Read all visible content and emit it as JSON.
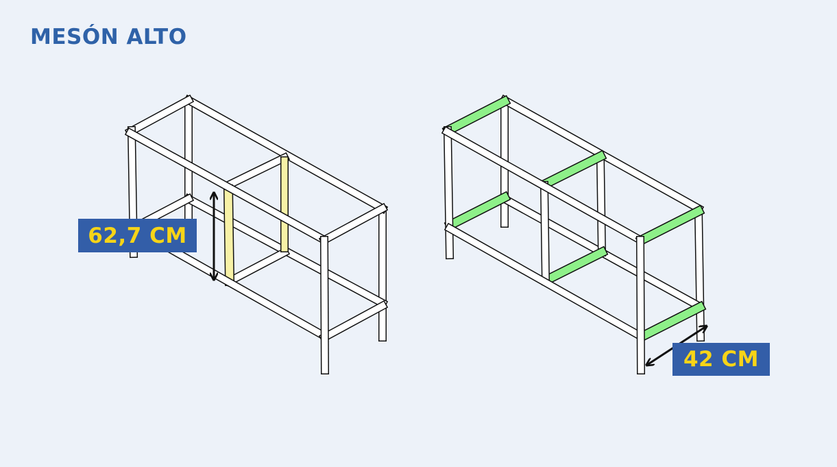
{
  "title": "MESÓN ALTO",
  "dimensions": {
    "height_label": "62,7 CM",
    "depth_label": "42 CM"
  },
  "colors": {
    "title": "#2f62a8",
    "label_bg": "#335ea8",
    "label_text": "#f7d417",
    "highlight_yellow": "#f7f1a6",
    "highlight_green": "#8ef089",
    "frame_fill": "#ffffff",
    "frame_stroke": "#111111"
  }
}
